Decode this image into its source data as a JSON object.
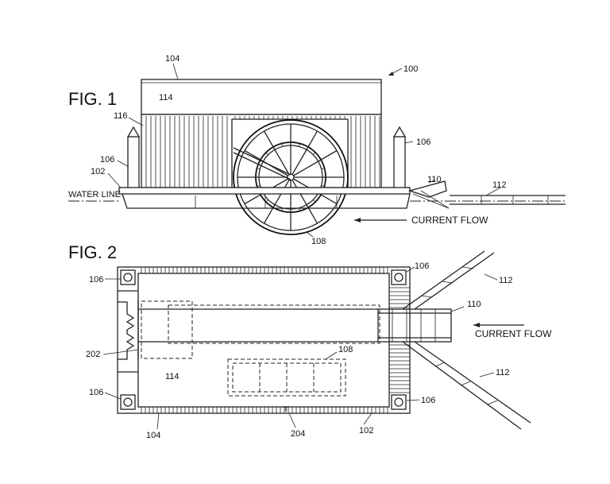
{
  "fig1": {
    "title": "FIG. 1",
    "labels": {
      "assembly": "100",
      "roof": "104",
      "roof_panel": "114",
      "wall": "116",
      "post_left": "106",
      "post_right": "106",
      "float": "102",
      "water_line": "WATER LINE",
      "funnel": "110",
      "channel": "112",
      "wheel": "108",
      "current_flow": "CURRENT FLOW"
    }
  },
  "fig2": {
    "title": "FIG. 2",
    "labels": {
      "post_tl": "106",
      "post_tr": "106",
      "post_bl": "106",
      "post_br": "106",
      "channel_top": "112",
      "channel_bottom": "112",
      "funnel": "110",
      "current_flow": "CURRENT FLOW",
      "inlet": "202",
      "wheel": "108",
      "deck": "114",
      "roof": "104",
      "hull": "204",
      "float": "102"
    }
  }
}
